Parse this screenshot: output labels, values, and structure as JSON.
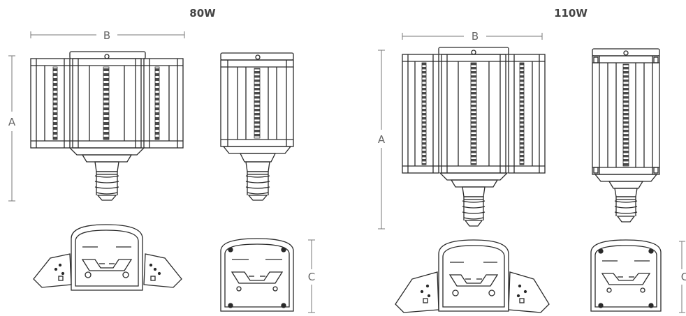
{
  "diagram": {
    "left": {
      "title": "80W",
      "dim_b": "B",
      "dim_a": "A",
      "dim_c": "C"
    },
    "right": {
      "title": "110W",
      "dim_b": "B",
      "dim_a": "A",
      "dim_c": "C"
    }
  },
  "colors": {
    "stroke": "#2a2a2a",
    "led": "#555555",
    "background": "#ffffff",
    "dimension_line": "#777777"
  }
}
